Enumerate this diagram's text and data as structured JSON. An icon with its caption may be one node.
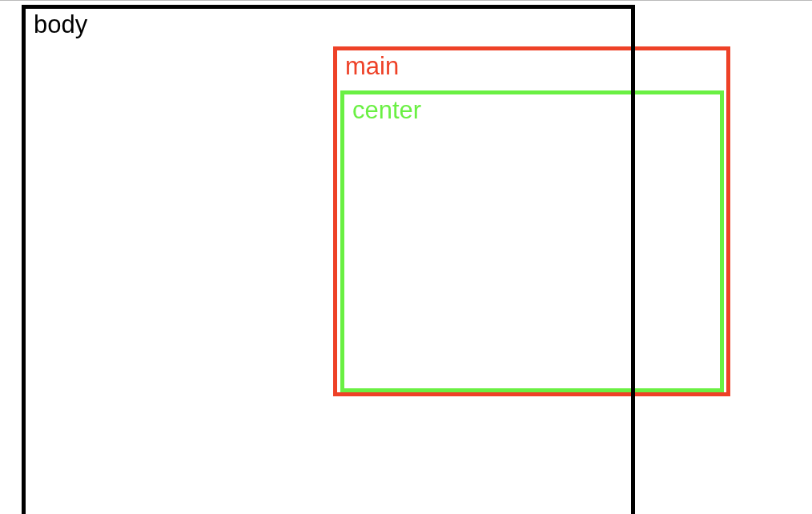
{
  "diagram": {
    "nodes": [
      {
        "text": [
          "body"
        ]
      },
      {
        "text": [
          "main"
        ]
      },
      {
        "text": [
          "center"
        ],
        "in": 1
      }
    ]
  }
}
